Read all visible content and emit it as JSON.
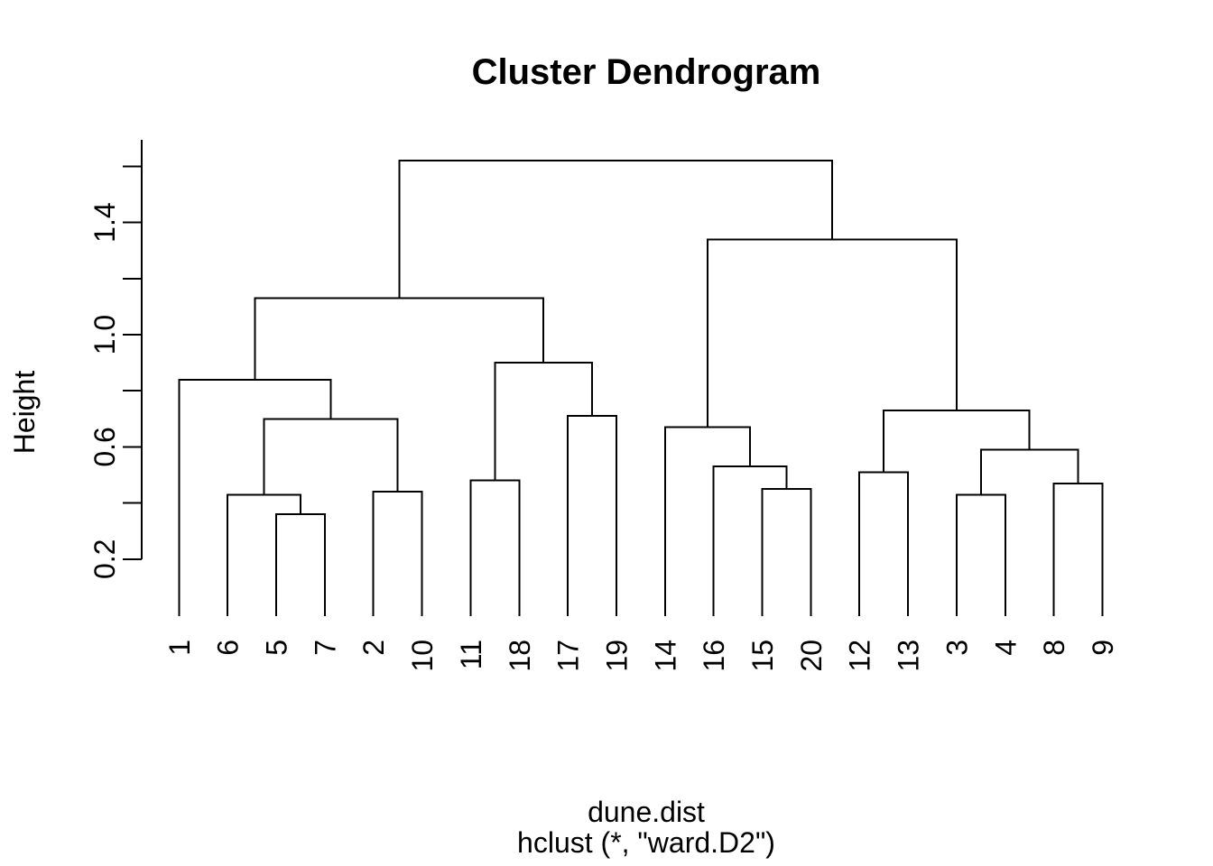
{
  "chart_data": {
    "type": "dendrogram",
    "title": "Cluster Dendrogram",
    "ylabel": "Height",
    "caption_line1": "dune.dist",
    "caption_line2": "hclust (*, \"ward.D2\")",
    "leaf_order": [
      "1",
      "6",
      "5",
      "7",
      "2",
      "10",
      "11",
      "18",
      "17",
      "19",
      "14",
      "16",
      "15",
      "20",
      "12",
      "13",
      "3",
      "4",
      "8",
      "9"
    ],
    "merges": [
      {
        "id": "m1",
        "children": [
          "5",
          "7"
        ],
        "height": 0.36
      },
      {
        "id": "m2",
        "children": [
          "6",
          "m1"
        ],
        "height": 0.43
      },
      {
        "id": "m3",
        "children": [
          "2",
          "10"
        ],
        "height": 0.44
      },
      {
        "id": "m4",
        "children": [
          "m2",
          "m3"
        ],
        "height": 0.7
      },
      {
        "id": "m5",
        "children": [
          "1",
          "m4"
        ],
        "height": 0.84
      },
      {
        "id": "m6",
        "children": [
          "11",
          "18"
        ],
        "height": 0.48
      },
      {
        "id": "m7",
        "children": [
          "17",
          "19"
        ],
        "height": 0.71
      },
      {
        "id": "m8",
        "children": [
          "m6",
          "m7"
        ],
        "height": 0.9
      },
      {
        "id": "m9",
        "children": [
          "m5",
          "m8"
        ],
        "height": 1.13
      },
      {
        "id": "m10",
        "children": [
          "15",
          "20"
        ],
        "height": 0.45
      },
      {
        "id": "m11",
        "children": [
          "16",
          "m10"
        ],
        "height": 0.53
      },
      {
        "id": "m12",
        "children": [
          "14",
          "m11"
        ],
        "height": 0.67
      },
      {
        "id": "m13",
        "children": [
          "12",
          "13"
        ],
        "height": 0.51
      },
      {
        "id": "m14",
        "children": [
          "3",
          "4"
        ],
        "height": 0.43
      },
      {
        "id": "m15",
        "children": [
          "8",
          "9"
        ],
        "height": 0.47
      },
      {
        "id": "m16",
        "children": [
          "m14",
          "m15"
        ],
        "height": 0.59
      },
      {
        "id": "m17",
        "children": [
          "m13",
          "m16"
        ],
        "height": 0.73
      },
      {
        "id": "m18",
        "children": [
          "m12",
          "m17"
        ],
        "height": 1.34
      },
      {
        "id": "root",
        "children": [
          "m9",
          "m18"
        ],
        "height": 1.62
      }
    ],
    "yaxis": {
      "ticks": [
        0.2,
        0.4,
        0.6,
        0.8,
        1.0,
        1.2,
        1.4,
        1.6
      ],
      "labeled_ticks": [
        0.2,
        0.6,
        1.0,
        1.4
      ],
      "tick_label_decimals": 1
    },
    "colors": {
      "line": "#000000",
      "text": "#000000",
      "background": "#ffffff"
    }
  }
}
